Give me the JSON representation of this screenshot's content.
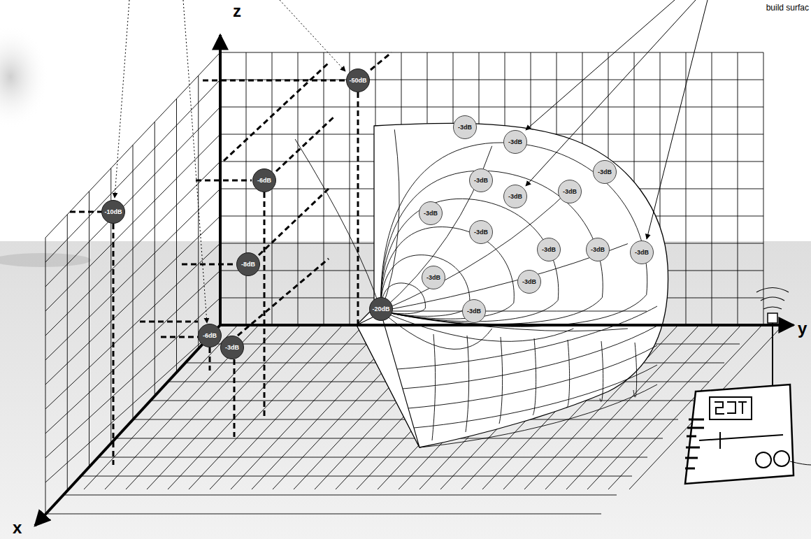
{
  "diagram": {
    "nodes": [
      {
        "text": [
          "-50dB"
        ]
      },
      {
        "text": [
          "-6dB"
        ]
      },
      {
        "text": [
          "-10dB"
        ]
      },
      {
        "text": [
          "-8dB"
        ]
      },
      {
        "text": [
          "-6dB"
        ]
      },
      {
        "text": [
          "-3dB"
        ]
      },
      {
        "text": [
          "-20dB"
        ]
      },
      {
        "text": [
          "-3dB"
        ]
      },
      {
        "text": [
          "-3dB"
        ]
      },
      {
        "text": [
          "-3dB"
        ]
      },
      {
        "text": [
          "-3dB"
        ]
      },
      {
        "text": [
          "-3dB"
        ]
      },
      {
        "text": [
          "-3dB"
        ]
      },
      {
        "text": [
          "-3dB"
        ]
      },
      {
        "text": [
          "-3dB"
        ]
      },
      {
        "text": [
          "-3dB"
        ]
      },
      {
        "text": [
          "-3dB"
        ]
      },
      {
        "text": [
          "-3dB"
        ]
      },
      {
        "text": [
          "-3dB"
        ]
      },
      {
        "text": [
          "-3dB"
        ]
      },
      {
        "text": [
          "-3dB"
        ]
      }
    ],
    "labels": [
      "z",
      "x",
      "y",
      "build surfac"
    ]
  }
}
